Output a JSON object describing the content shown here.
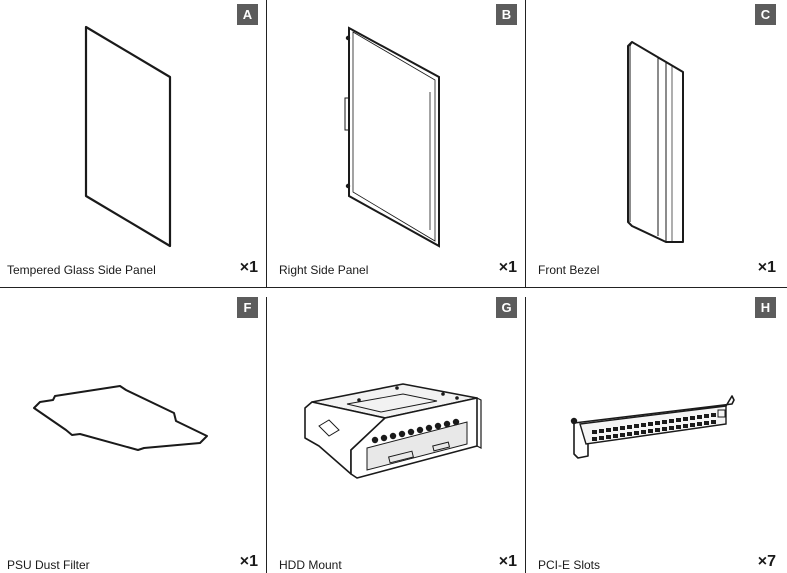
{
  "parts": [
    {
      "letter": "A",
      "name": "Tempered Glass Side Panel",
      "quantity": "×1",
      "icon": "tempered-glass-panel-icon"
    },
    {
      "letter": "B",
      "name": "Right Side Panel",
      "quantity": "×1",
      "icon": "right-side-panel-icon"
    },
    {
      "letter": "C",
      "name": "Front Bezel",
      "quantity": "×1",
      "icon": "front-bezel-icon"
    },
    {
      "letter": "F",
      "name": "PSU Dust Filter",
      "quantity": "×1",
      "icon": "psu-dust-filter-icon"
    },
    {
      "letter": "G",
      "name": "HDD Mount",
      "quantity": "×1",
      "icon": "hdd-mount-icon"
    },
    {
      "letter": "H",
      "name": "PCI-E Slots",
      "quantity": "×7",
      "icon": "pcie-slot-icon"
    }
  ]
}
